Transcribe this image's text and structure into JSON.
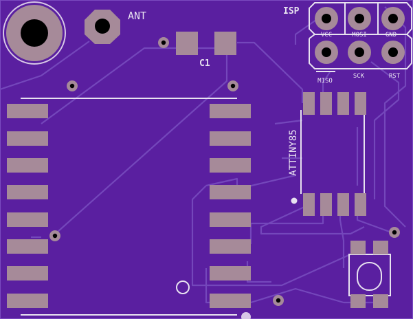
{
  "board": {
    "background": "#5a1fa0",
    "trace_color": "#7a4fc4",
    "pad_color": "#a68a99",
    "silk_color": "#e8e2f0"
  },
  "labels": {
    "ant": "ANT",
    "c1": "C1",
    "isp": "ISP",
    "vcc": "VCC",
    "mosi": "MOSI",
    "gnd": "GND",
    "miso": "MISO",
    "sck": "SCK",
    "rst": "RST",
    "chip": "ATTINY85"
  },
  "components": [
    "mounting-hole",
    "antenna-pad",
    "capacitor-c1",
    "isp-header",
    "rf-module",
    "attiny85",
    "pushbutton"
  ]
}
